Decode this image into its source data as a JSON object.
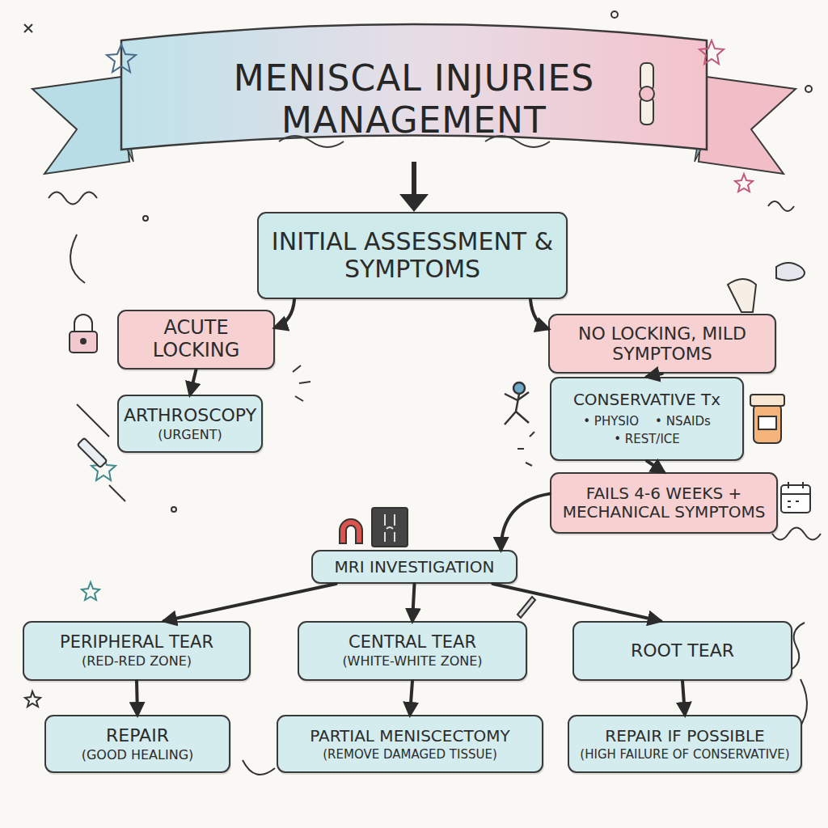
{
  "diagram": {
    "title": "MENISCAL INJURIES MANAGEMENT",
    "nodes": [
      {
        "text": [
          "INITIAL ASSESSMENT & SYMPTOMS"
        ]
      },
      {
        "text": [
          "ACUTE LOCKING"
        ]
      },
      {
        "text": [
          "NO LOCKING, MILD SYMPTOMS"
        ]
      },
      {
        "text": [
          "ARTHROSCOPY",
          "(URGENT)"
        ]
      },
      {
        "text": [
          "CONSERVATIVE Tx",
          "• PHYSIO",
          "• NSAIDs",
          "• REST/ICE"
        ]
      },
      {
        "text": [
          "FAILS 4-6 WEEKS + MECHANICAL SYMPTOMS"
        ]
      },
      {
        "text": [
          "MRI INVESTIGATION"
        ]
      },
      {
        "text": [
          "PERIPHERAL TEAR",
          "(RED-RED ZONE)"
        ]
      },
      {
        "text": [
          "CENTRAL TEAR",
          "(WHITE-WHITE ZONE)"
        ]
      },
      {
        "text": [
          "ROOT TEAR"
        ]
      },
      {
        "text": [
          "REPAIR",
          "(GOOD HEALING)"
        ]
      },
      {
        "text": [
          "PARTIAL MENISCECTOMY",
          "(REMOVE DAMAGED TISSUE)"
        ]
      },
      {
        "text": [
          "REPAIR IF POSSIBLE",
          "(HIGH FAILURE OF CONSERVATIVE)"
        ]
      }
    ],
    "edges": [
      {
        "from": 0,
        "to": 1,
        "arrow": "to"
      },
      {
        "from": 0,
        "to": 2,
        "arrow": "to"
      },
      {
        "from": 1,
        "to": 3,
        "arrow": "to"
      },
      {
        "from": 2,
        "to": 4,
        "arrow": "to"
      },
      {
        "from": 4,
        "to": 5,
        "arrow": "to"
      },
      {
        "from": 5,
        "to": 6,
        "arrow": "to"
      },
      {
        "from": 6,
        "to": 7,
        "arrow": "to"
      },
      {
        "from": 6,
        "to": 8,
        "arrow": "to"
      },
      {
        "from": 6,
        "to": 9,
        "arrow": "to"
      },
      {
        "from": 7,
        "to": 10,
        "arrow": "to"
      },
      {
        "from": 8,
        "to": 11,
        "arrow": "to"
      },
      {
        "from": 9,
        "to": 12,
        "arrow": "to"
      }
    ]
  }
}
